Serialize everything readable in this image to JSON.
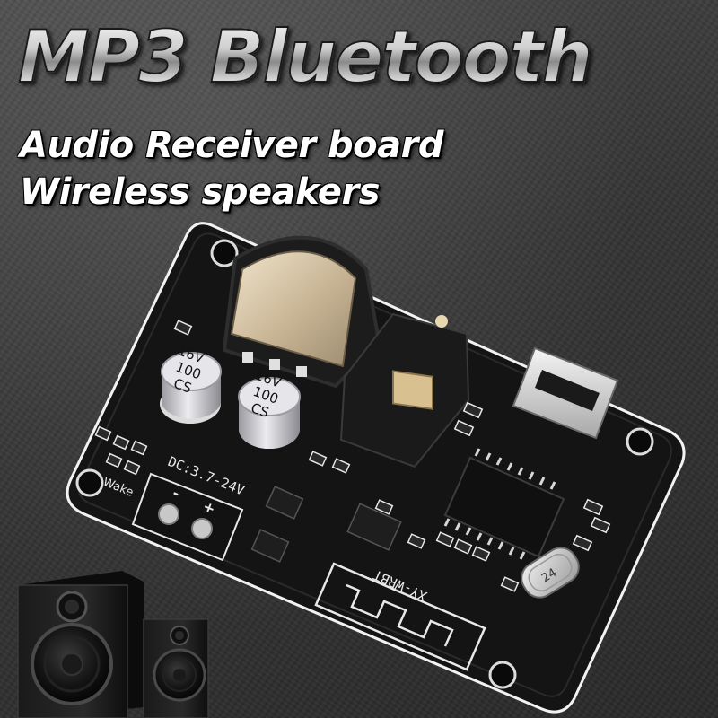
{
  "headline": "MP3 Bluetooth",
  "subheadlines": [
    "Audio Receiver board",
    "Wireless speakers"
  ],
  "board_labels": {
    "power_label": "DC:3.7-24V",
    "wake_label": "Wake",
    "minus_sign": "-",
    "plus_sign": "+",
    "model_label": "XY-WRBT",
    "cap_left_line1": "16V",
    "cap_left_line2": "100",
    "cap_left_line3": "CS",
    "cap_right_line1": "16V",
    "cap_right_line2": "100",
    "cap_right_line3": "CS",
    "crystal_label": "24"
  },
  "colors": {
    "pcb": "#141414",
    "pcb_outline": "#f0f0f0",
    "silkscreen": "#e8e8e8",
    "capacitor": "#c8c8cc",
    "battery_holder": "#d4c4a8"
  }
}
